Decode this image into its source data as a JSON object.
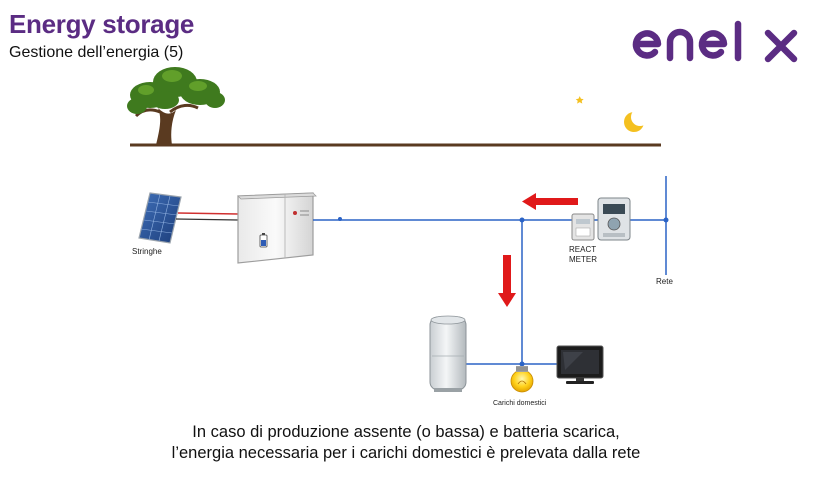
{
  "header": {
    "title": "Energy storage",
    "subtitle": "Gestione dell’energia (5)"
  },
  "logo": {
    "text": "enel x",
    "color": "#5b2c83"
  },
  "diagram": {
    "labels": {
      "stringhe": "Stringhe",
      "meter_line1": "REACT",
      "meter_line2": "METER",
      "rete": "Rete",
      "carichi": "Carichi domestici"
    },
    "icons": [
      "tree-icon",
      "moon-icon",
      "solar-panel-icon",
      "inverter-icon",
      "meter-icon",
      "boiler-icon",
      "bulb-icon",
      "tv-icon"
    ],
    "colors": {
      "line": "#2b63c6",
      "arrow": "#e0191a",
      "ground": "#5a3a20"
    }
  },
  "caption": {
    "line1": "In caso di produzione assente (o bassa) e batteria scarica,",
    "line2": "l’energia necessaria  per i carichi domestici è prelevata dalla rete"
  }
}
